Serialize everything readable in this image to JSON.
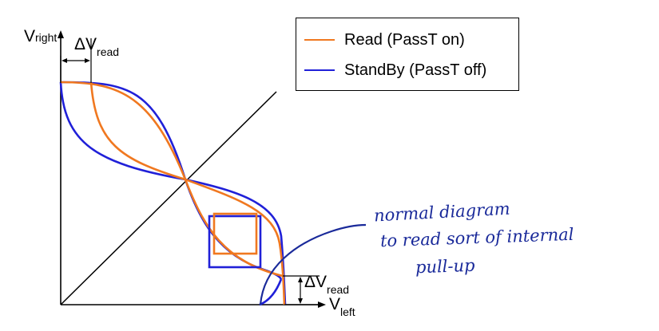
{
  "axes": {
    "y_label": "V",
    "y_label_sub": "right",
    "x_label": "V",
    "x_label_sub": "left"
  },
  "annotations": {
    "delta_top": "ΔV",
    "delta_top_sub": "read",
    "delta_right": "ΔV",
    "delta_right_sub": "read"
  },
  "legend": {
    "items": [
      {
        "label": "Read (PassT on)",
        "color": "#f07820"
      },
      {
        "label": "StandBy (PassT off)",
        "color": "#2020d8"
      }
    ]
  },
  "handwritten_note": {
    "line1": "normal diagram",
    "line2": "to read sort of internal",
    "line3": "pull-up"
  },
  "colors": {
    "read": "#f07820",
    "standby": "#2020d8",
    "ink": "#1a2a9a",
    "axis": "#000000"
  }
}
